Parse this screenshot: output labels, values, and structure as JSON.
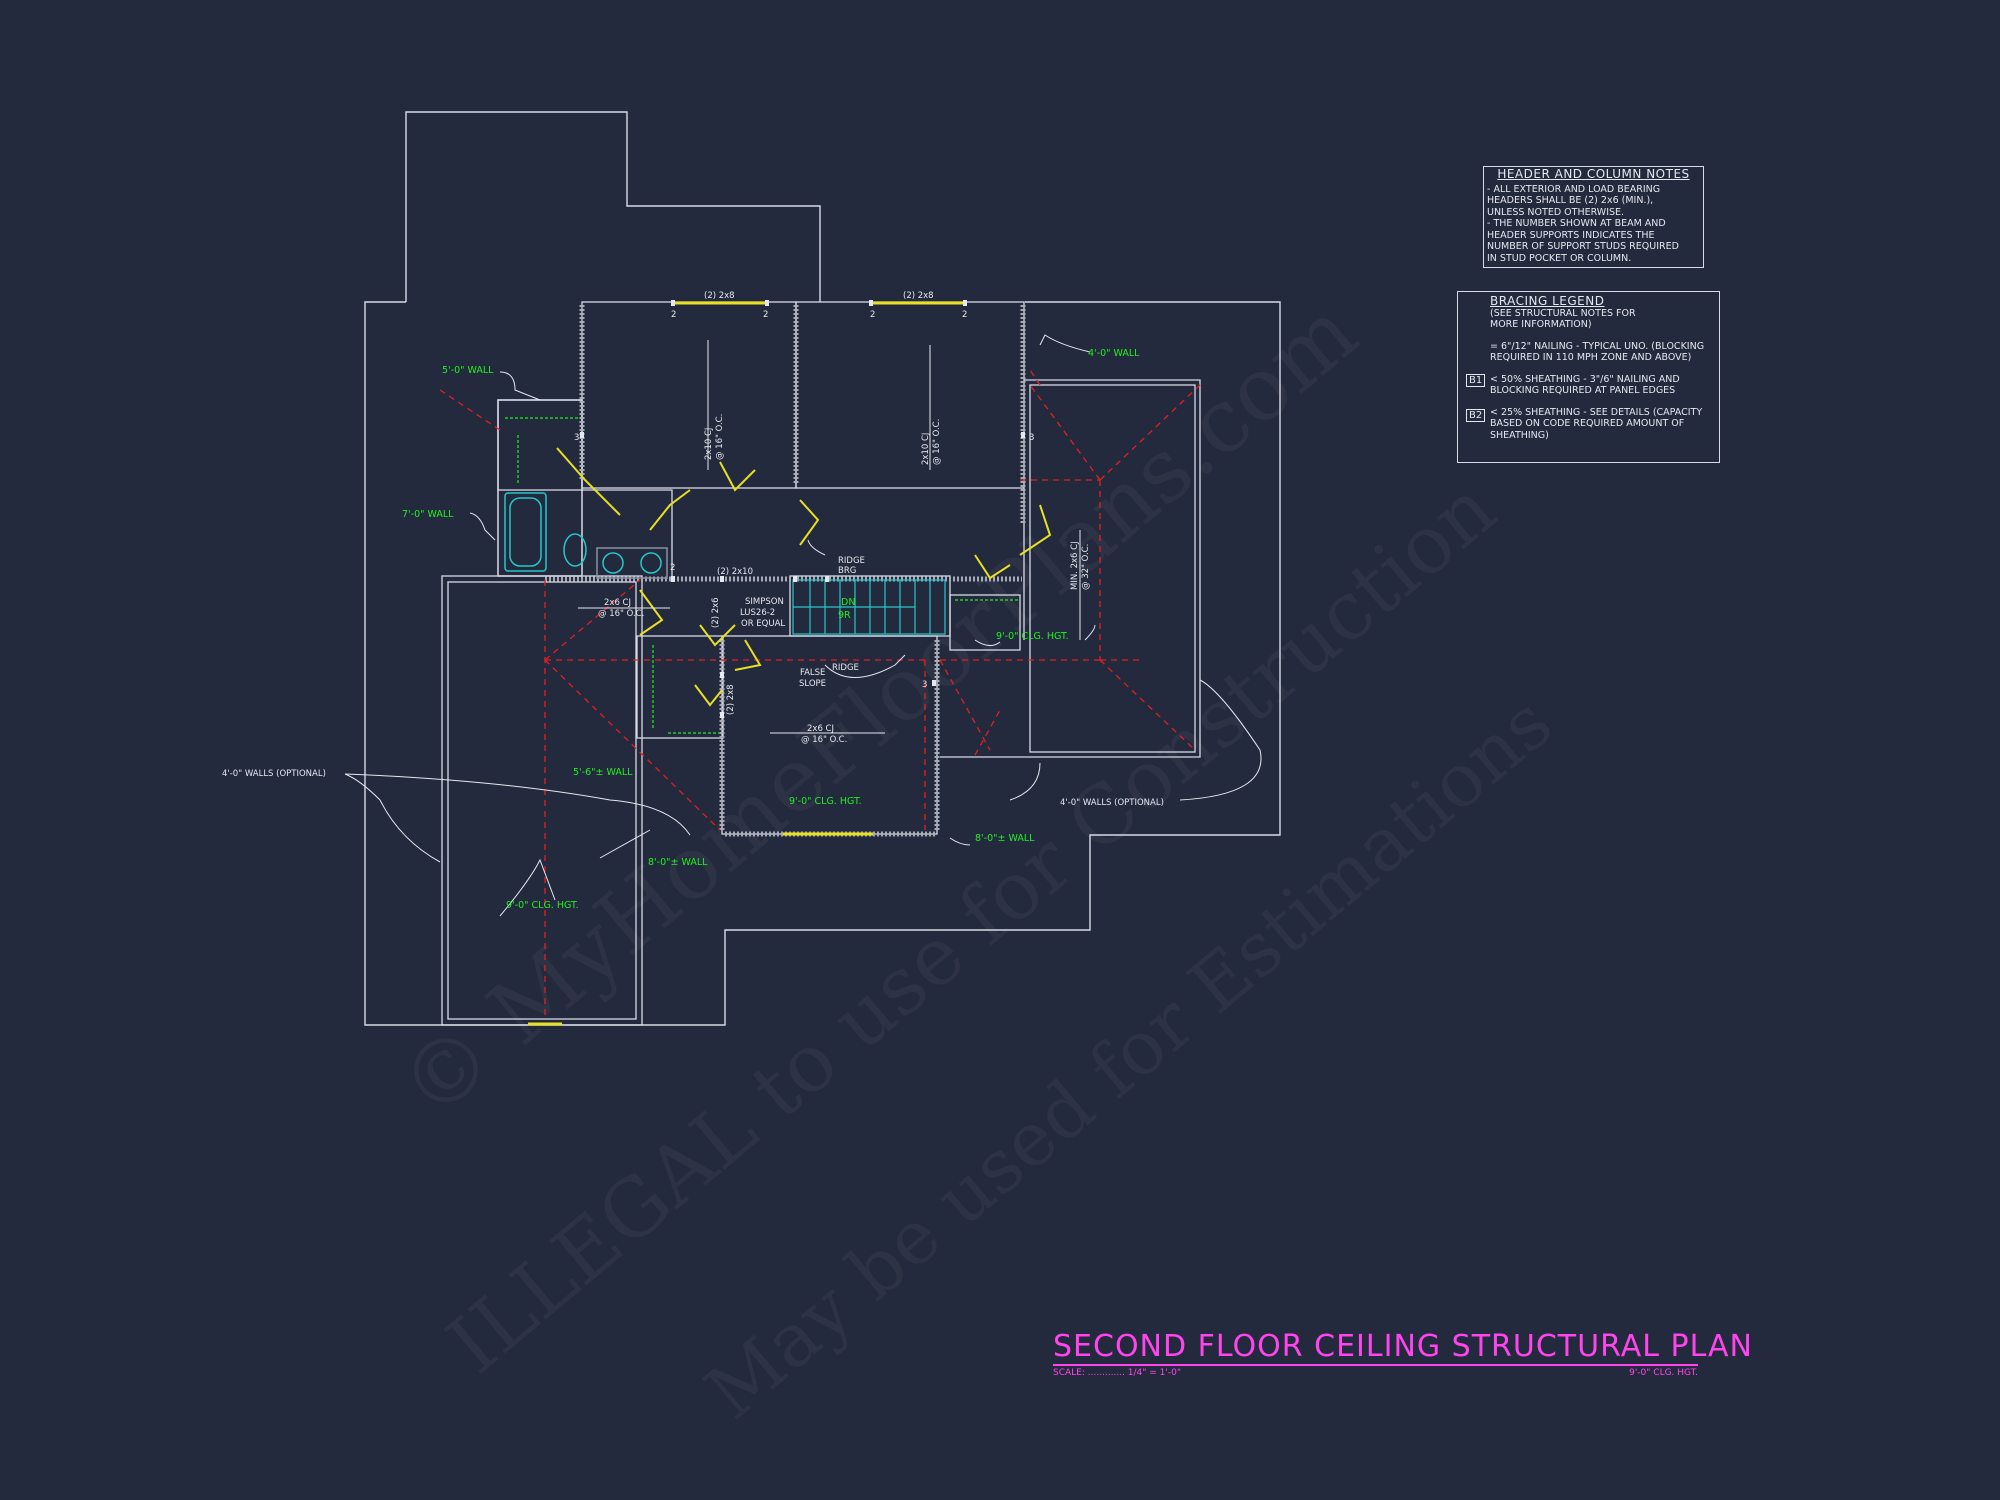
{
  "watermark": {
    "line1": "© MyHomeFloorPlans.com",
    "line2": "ILLEGAL to use for Construction",
    "line3": "May be used for Estimations"
  },
  "header_notes": {
    "title": "HEADER AND COLUMN NOTES",
    "lines": [
      "- ALL EXTERIOR AND LOAD BEARING",
      "HEADERS SHALL BE (2) 2x6 (MIN.),",
      "UNLESS NOTED OTHERWISE.",
      "- THE NUMBER SHOWN AT BEAM AND",
      "HEADER SUPPORTS INDICATES THE",
      "NUMBER OF SUPPORT STUDS REQUIRED",
      "IN STUD POCKET OR COLUMN."
    ]
  },
  "bracing_legend": {
    "title": "BRACING LEGEND",
    "subtitle_1": "(SEE STRUCTURAL NOTES FOR",
    "subtitle_2": "MORE INFORMATION)",
    "item0_1": "= 6\"/12\" NAILING - TYPICAL UNO. (BLOCKING",
    "item0_2": "REQUIRED IN 110 MPH ZONE AND ABOVE)",
    "item1_code": "B1",
    "item1_1": "< 50% SHEATHING - 3\"/6\" NAILING AND",
    "item1_2": "BLOCKING REQUIRED AT PANEL EDGES",
    "item2_code": "B2",
    "item2_1": "< 25% SHEATHING - SEE DETAILS (CAPACITY",
    "item2_2": "BASED ON CODE REQUIRED AMOUNT OF",
    "item2_3": "SHEATHING)"
  },
  "title_block": {
    "title": "SECOND FLOOR CEILING STRUCTURAL PLAN",
    "scale": "SCALE: ............. 1/4\" = 1'-0\"",
    "ceiling": "9'-0\" CLG. HGT."
  },
  "labels": {
    "wall_5ft": "5'-0\" WALL",
    "wall_7ft": "7'-0\" WALL",
    "wall_4ft": "4'-0\" WALL",
    "wall_5_6": "5'-6\"± WALL",
    "wall_8ft_left": "8'-0\"± WALL",
    "wall_8ft_right": "8'-0\"± WALL",
    "walls_optional_left": "4'-0\" WALLS (OPTIONAL)",
    "walls_optional_right": "4'-0\" WALLS (OPTIONAL)",
    "clg_right": "9'-0\" CLG. HGT.",
    "clg_center": "9'-0\" CLG. HGT.",
    "clg_left": "9'-0\" CLG. HGT.",
    "header_a": "(2) 2x8",
    "header_b": "(2) 2x8",
    "beam_2x10": "(2) 2x10",
    "beam_2x6": "(2) 2x6",
    "beam_2x8_v": "(2) 2x8",
    "cj_a_1": "2x10 CJ",
    "cj_a_2": "@ 16\" O.C.",
    "cj_b_1": "2x10 CJ",
    "cj_b_2": "@ 16\" O.C.",
    "cj_c_1": "2x6 CJ",
    "cj_c_2": "@ 16\" O.C.",
    "cj_d_1": "2x6 CJ",
    "cj_d_2": "@ 16\" O.C.",
    "cj_e_1": "MIN. 2x6 CJ",
    "cj_e_2": "@ 32\" O.C.",
    "ridge_1": "RIDGE",
    "ridge_2": "BRG",
    "simpson_1": "SIMPSON",
    "simpson_2": "LUS26-2",
    "simpson_3": "OR EQUAL",
    "false_1": "FALSE",
    "false_2": "SLOPE",
    "stair_dn": "DN",
    "stair_risers": "9R",
    "stud_2": "2",
    "stud_3": "3"
  },
  "colors": {
    "background": "#242a3d",
    "walls": "#d8dbe6",
    "notes_green": "#22ee22",
    "hips_red": "#e02020",
    "headers_yellow": "#e8e020",
    "stairs_cyan": "#25c8c8",
    "title_magenta": "#ff44ee"
  }
}
